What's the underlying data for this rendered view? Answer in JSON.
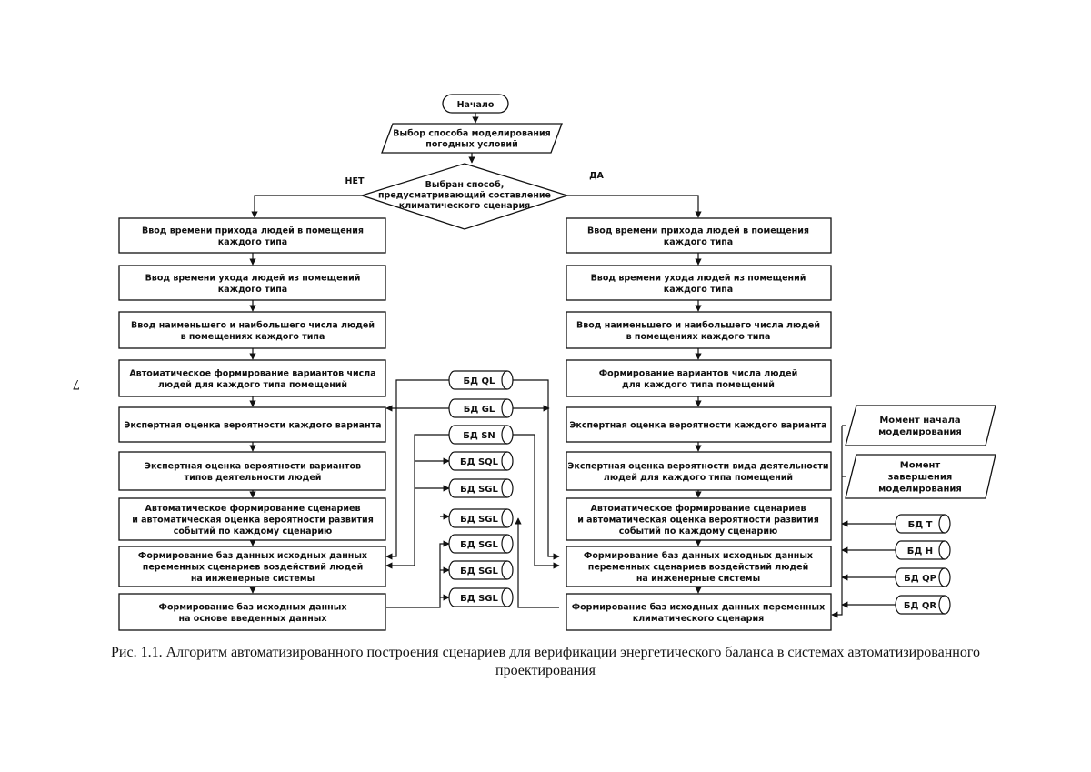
{
  "page_number": "7",
  "start": "Начало",
  "weather_choice": [
    "Выбор способа моделирования",
    "погодных условий"
  ],
  "decision": [
    "Выбран способ,",
    "предусматривающий составление",
    "климатического сценария"
  ],
  "branch_no": "НЕТ",
  "branch_yes": "ДА",
  "left_blocks": [
    [
      "Ввод времени прихода людей в помещения",
      "каждого типа"
    ],
    [
      "Ввод времени ухода людей из помещений",
      "каждого типа"
    ],
    [
      "Ввод наименьшего и наибольшего числа людей",
      "в помещениях каждого типа"
    ],
    [
      "Автоматическое формирование вариантов числа",
      "людей для каждого типа помещений"
    ],
    [
      "Экспертная оценка вероятности каждого варианта"
    ],
    [
      "Экспертная оценка вероятности вариантов",
      "типов деятельности людей"
    ],
    [
      "Автоматическое формирование сценариев",
      "и автоматическая оценка вероятности развития",
      "событий по каждому сценарию"
    ],
    [
      "Формирование баз данных исходных данных",
      "переменных сценариев воздействий людей",
      "на инженерные системы"
    ],
    [
      "Формирование баз исходных данных",
      "на основе введенных данных"
    ]
  ],
  "right_blocks": [
    [
      "Ввод времени прихода людей в помещения",
      "каждого типа"
    ],
    [
      "Ввод времени ухода людей из помещений",
      "каждого типа"
    ],
    [
      "Ввод наименьшего и наибольшего числа людей",
      "в помещениях каждого типа"
    ],
    [
      "Формирование вариантов числа людей",
      "для каждого типа помещений"
    ],
    [
      "Экспертная оценка вероятности каждого варианта"
    ],
    [
      "Экспертная оценка вероятности вида деятельности",
      "людей для каждого типа помещений"
    ],
    [
      "Автоматическое формирование сценариев",
      "и автоматическая оценка вероятности развития",
      "событий по каждому сценарию"
    ],
    [
      "Формирование баз данных исходных данных",
      "переменных сценариев воздействий людей",
      "на инженерные системы"
    ],
    [
      "Формирование баз исходных данных переменных",
      "климатического сценария"
    ]
  ],
  "center_dbs": [
    "БД QL",
    "БД GL",
    "БД SN",
    "БД SQL",
    "БД SGL",
    "БД SGL",
    "БД SGL",
    "БД SGL",
    "БД SGL"
  ],
  "moment_inputs": [
    [
      "Момент начала",
      "моделирования"
    ],
    [
      "Момент",
      "завершения",
      "моделирования"
    ]
  ],
  "right_dbs": [
    "БД T",
    "БД H",
    "БД QP",
    "БД QR"
  ],
  "caption": "Рис. 1.1. Алгоритм автоматизированного построения сценариев для верификации энергетического баланса в системах автоматизированного проектирования"
}
